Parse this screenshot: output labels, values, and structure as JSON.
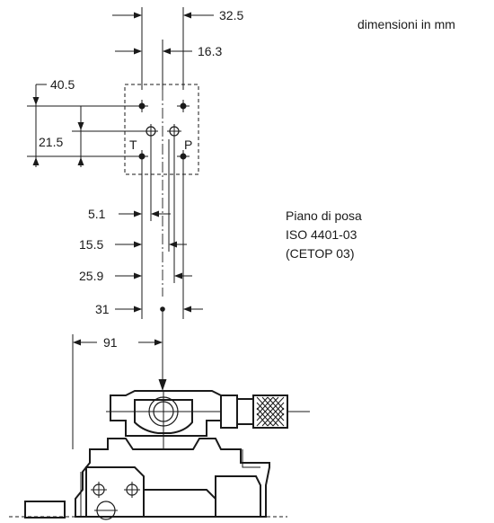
{
  "note": "dimensioni in mm",
  "mounting_surface": {
    "line1": "Piano di posa",
    "line2": "ISO 4401-03",
    "line3": "(CETOP 03)"
  },
  "ports": {
    "t": "T",
    "p": "P"
  },
  "dimensions": {
    "d32_5": "32.5",
    "d16_3": "16.3",
    "d40_5": "40.5",
    "d21_5": "21.5",
    "d5_1": "5.1",
    "d15_5": "15.5",
    "d25_9": "25.9",
    "d31": "31",
    "d91": "91"
  }
}
